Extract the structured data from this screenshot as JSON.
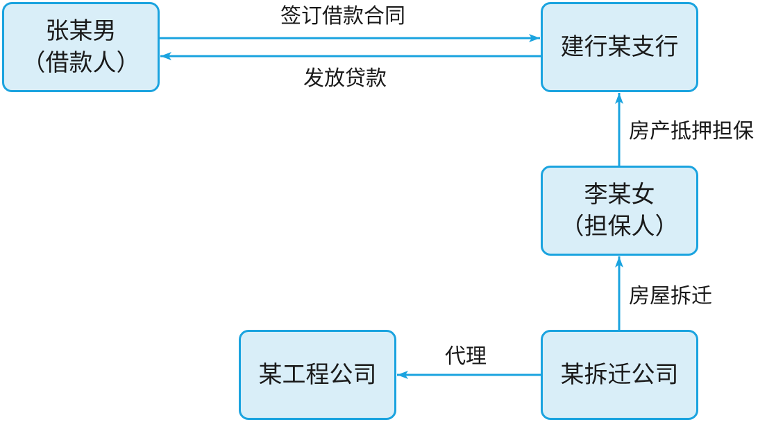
{
  "nodes": {
    "zhang": {
      "line1": "张某男",
      "line2": "（借款人）"
    },
    "bank": {
      "line1": "建行某支行"
    },
    "li": {
      "line1": "李某女",
      "line2": "（担保人）"
    },
    "chai": {
      "line1": "某拆迁公司"
    },
    "gc": {
      "line1": "某工程公司"
    }
  },
  "edges": {
    "sign": "签订借款合同",
    "loan": "发放贷款",
    "mortgage": "房产抵押担保",
    "demolition": "房屋拆迁",
    "agent": "代理"
  },
  "colors": {
    "node_fill": "#d9eef8",
    "node_border": "#1aa3df",
    "arrow": "#1aa3df"
  }
}
